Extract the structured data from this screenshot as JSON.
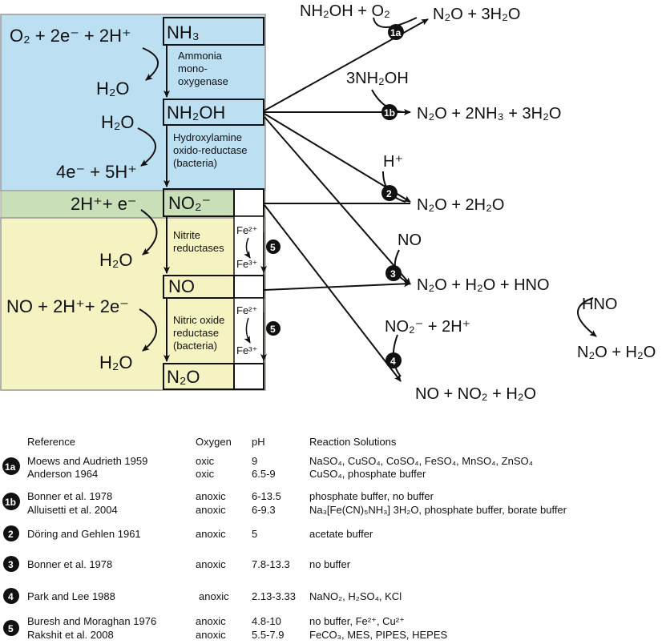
{
  "colors": {
    "ammonia_zone": "#bcdff2",
    "nitrite_band": "#c8dfb8",
    "nitrite_zone": "#f6f3c2",
    "border": "#999999",
    "ink": "#111111"
  },
  "left_panel": {
    "nh3_box": "NH₃",
    "nh2oh_box": "NH₂OH",
    "no2_box": "NO₂⁻",
    "no_box": "NO",
    "n2o_box": "N₂O",
    "step1_input": "O₂ + 2e⁻ + 2H⁺",
    "step1_output": "H₂O",
    "step1_enzyme": [
      "Ammonia",
      "mono-",
      "oxygenase"
    ],
    "step2_input": "H₂O",
    "step2_output": "4e⁻ + 5H⁺",
    "step2_enzyme": [
      "Hydroxylamine",
      "oxido-reductase",
      "(bacteria)"
    ],
    "step3_input": "2H⁺+ e⁻",
    "step3_output": "H₂O",
    "step3_enzyme": [
      "Nitrite",
      "reductases"
    ],
    "step4_input": "NO + 2H⁺+ 2e⁻",
    "step4_output": "H₂O",
    "step4_enzyme": [
      "Nitric oxide",
      "reductase",
      "(bacteria)"
    ],
    "fe_upper_a": "Fe²⁺",
    "fe_upper_b": "Fe³⁺",
    "fe_lower_a": "Fe²⁺",
    "fe_lower_b": "Fe³⁺"
  },
  "reactions": {
    "r1a_reactants": "NH₂OH + O₂",
    "r1a_products": "N₂O + 3H₂O",
    "r1b_reactant": "3NH₂OH",
    "r1b_products": "N₂O + 2NH₃ + 3H₂O",
    "r2_reactant": "H⁺",
    "r2_products": "N₂O + 2H₂O",
    "r3_reactant": "NO",
    "r3_products": "N₂O + H₂O + HNO",
    "r3b_reactant": "HNO",
    "r3b_products": "N₂O + H₂O",
    "r4_reactants": "NO₂⁻ + 2H⁺",
    "r4_products": "NO + NO₂ + H₂O"
  },
  "markers": {
    "m1a": "1a",
    "m1b": "1b",
    "m2": "2",
    "m3": "3",
    "m4": "4",
    "m5": "5"
  },
  "table": {
    "headers": [
      "Reference",
      "Oxygen",
      "pH",
      "Reaction Solutions"
    ],
    "rows": [
      {
        "marker": "1a",
        "reference": "Moews and Audrieth 1959",
        "oxygen": "oxic",
        "ph": "9",
        "solutions": "NaSO₄, CuSO₄, CoSO₄, FeSO₄, MnSO₄, ZnSO₄"
      },
      {
        "marker": "",
        "reference": "Anderson 1964",
        "oxygen": "oxic",
        "ph": "6.5-9",
        "solutions": "CuSO₄, phosphate buffer"
      },
      {
        "marker": "1b",
        "reference": "Bonner et al. 1978",
        "oxygen": "anoxic",
        "ph": "6-13.5",
        "solutions": "phosphate buffer, no buffer"
      },
      {
        "marker": "",
        "reference": "Alluisetti et al. 2004",
        "oxygen": "anoxic",
        "ph": "6-9.3",
        "solutions": "Na₃[Fe(CN)₅NH₃] 3H₂O, phosphate buffer, borate buffer"
      },
      {
        "marker": "2",
        "reference": "Döring and Gehlen 1961",
        "oxygen": "anoxic",
        "ph": "5",
        "solutions": "acetate buffer"
      },
      {
        "marker": "3",
        "reference": "Bonner et al. 1978",
        "oxygen": "anoxic",
        "ph": "7.8-13.3",
        "solutions": "no buffer"
      },
      {
        "marker": "4",
        "reference": "Park and Lee 1988",
        "oxygen": "anoxic",
        "ph": "2.13-3.33",
        "solutions": "NaNO₂, H₂SO₄, KCl"
      },
      {
        "marker": "5",
        "reference": "Buresh and Moraghan 1976",
        "oxygen": "anoxic",
        "ph": "4.8-10",
        "solutions": "no buffer, Fe²⁺, Cu²⁺"
      },
      {
        "marker": "",
        "reference": "Rakshit et al. 2008",
        "oxygen": "anoxic",
        "ph": "5.5-7.9",
        "solutions": "FeCO₃, MES, PIPES, HEPES"
      }
    ]
  }
}
